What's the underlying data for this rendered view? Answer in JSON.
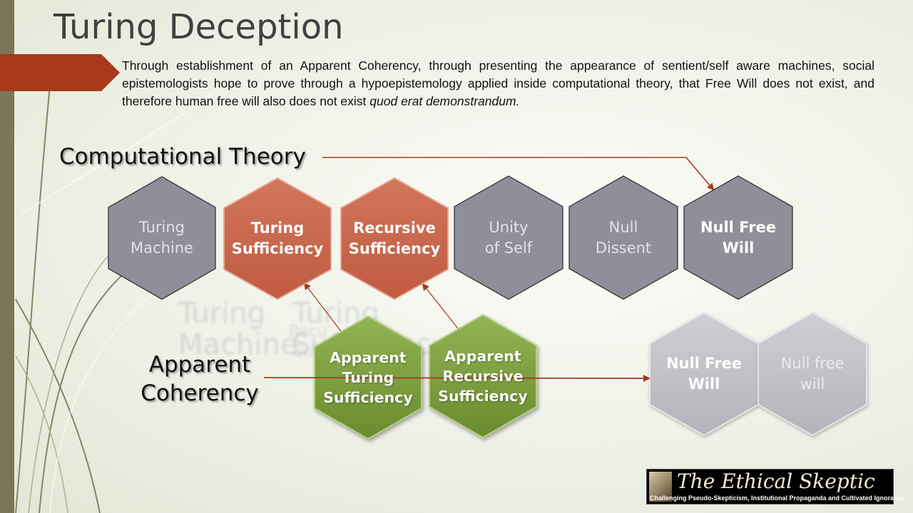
{
  "title": "Turing Deception",
  "intro": {
    "text": "Through establishment of an Apparent Coherency, through presenting the appearance of sentient/self aware machines, social epistemologists hope to prove through a hypoepistemology applied inside computational theory, that Free Will does not exist, and therefore human  free will also does not exist",
    "italic": "quod erat demonstrandum."
  },
  "labels": {
    "computational_theory": "Computational Theory",
    "apparent_coherency_line1": "Apparent",
    "apparent_coherency_line2": "Coherency"
  },
  "top_hexes": [
    {
      "line1": "Turing",
      "line2": "Machine",
      "style": "gray"
    },
    {
      "line1": "Turing",
      "line2": "Sufficiency",
      "style": "red"
    },
    {
      "line1": "Recursive",
      "line2": "Sufficiency",
      "style": "red"
    },
    {
      "line1": "Unity",
      "line2": "of Self",
      "style": "gray"
    },
    {
      "line1": "Null",
      "line2": "Dissent",
      "style": "gray"
    },
    {
      "line1": "Null Free",
      "line2": "Will",
      "style": "gray"
    }
  ],
  "bottom_hexes": [
    {
      "line1": "Apparent",
      "line2": "Turing",
      "line3": "Sufficiency",
      "style": "green"
    },
    {
      "line1": "Apparent",
      "line2": "Recursive",
      "line3": "Sufficiency",
      "style": "green"
    },
    {
      "line1": "Null Free",
      "line2": "Will",
      "style": "light"
    },
    {
      "line1": "Null free",
      "line2": "will",
      "style": "light"
    }
  ],
  "ghost_text": {
    "a1": "Turing",
    "a2": "Machine",
    "b1": "Turing",
    "b2": "Sufficiency",
    "c1": "Recu",
    "c2": "Suff"
  },
  "logo": {
    "title": "The Ethical Skeptic",
    "subtitle": "Challenging Pseudo-Skepticism, Institutional Propaganda  and Cultivated Ignorance"
  },
  "colors": {
    "accent_red": "#a63a1a",
    "sidebar": "#7d7558",
    "hex_gray": "#8f8f9a",
    "hex_red": "#c9664d",
    "hex_green": "#7e9e3c",
    "hex_light": "#c4c4c9",
    "arrow": "#a63a22"
  }
}
